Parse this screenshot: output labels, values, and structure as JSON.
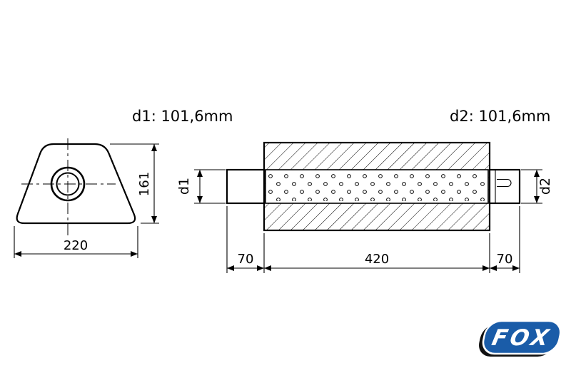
{
  "colors": {
    "line": "#000000",
    "logo_blue": "#1a5ca8",
    "logo_black": "#111111"
  },
  "front_view": {
    "width_dim": "220",
    "height_dim": "161"
  },
  "side_view": {
    "d1_spec": "d1: 101,6mm",
    "d2_spec": "d2: 101,6mm",
    "d1_axis": "d1",
    "d2_axis": "d2",
    "inlet_length": "70",
    "body_length": "420",
    "outlet_length": "70"
  },
  "logo": {
    "text": "FOX"
  }
}
